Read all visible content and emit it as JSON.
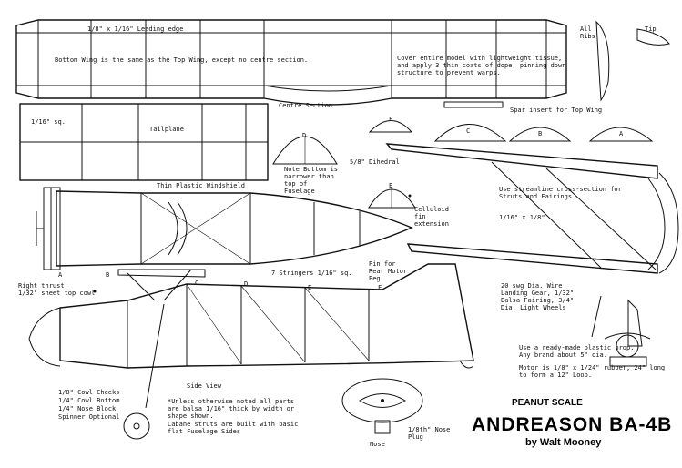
{
  "title": {
    "scale": "PEANUT SCALE",
    "name": "ANDREASON BA-4B",
    "author": "by Walt Mooney"
  },
  "wing": {
    "leading_edge": "1/8\" x 1/16\" Leading edge",
    "bottom_note": "Bottom Wing is the same as the Top Wing, except no centre section.",
    "centre_section": "Centre Section",
    "cover_note": "Cover entire model with lightweight tissue, and apply 3 thin coats of dope, pinning down structure to prevent warps.",
    "spar_insert": "Spar insert for Top Wing",
    "all_ribs": "All Ribs",
    "tip": "Tip"
  },
  "tailplane": {
    "label": "Tailplane",
    "size": "1/16\" sq."
  },
  "formers": {
    "A": "A",
    "B": "B",
    "C": "C",
    "D": "D",
    "E": "E",
    "F": "F",
    "note_bottom": "Note Bottom is narrower than top of Fuselage",
    "dihedral": "5/8\" Dihedral"
  },
  "top_view": {
    "windshield": "Thin Plastic Windshield",
    "celluloid": "Celluloid fin extension",
    "pin_rear": "Pin for Rear Motor Peg",
    "label_A": "A",
    "label_B": "B"
  },
  "side_view": {
    "right_thrust": "Right thrust",
    "sheet_cowl": "1/32\" sheet top cowl",
    "stringers": "7 Stringers 1/16\" sq.",
    "label_C": "C",
    "label_D": "D",
    "label_E": "E",
    "label_F": "F",
    "cowl_cheeks": "1/8\" Cowl Cheeks",
    "cowl_bottom": "1/4\" Cowl Bottom",
    "nose_block": "1/4\" Nose Block",
    "spinner": "Spinner Optional",
    "caption": "Side View",
    "parts_note": "*Unless otherwise noted all parts are balsa 1/16\" thick by width or shape shown.",
    "cabane_note": "Cabane struts are built with basic flat Fuselage Sides"
  },
  "struts": {
    "streamline": "Use streamline cross-section for Struts and Fairings.",
    "strut_size": "1/16\" x 1/8\"",
    "landing_gear": "20 swg Dia. Wire Landing Gear, 1/32\" Balsa Fairing, 3/4\" Dia. Light Wheels"
  },
  "prop": {
    "prop_note": "Use a ready-made plastic prop. Any brand about 5\" dia.",
    "motor_note": "Motor is 1/8\" x 1/24\" rubber, 24\" long to form a 12\" Loop."
  },
  "nose": {
    "nose": "Nose",
    "nose_plug": "1/8th\" Nose Plug"
  },
  "colors": {
    "ink": "#111111",
    "paper": "#ffffff"
  }
}
